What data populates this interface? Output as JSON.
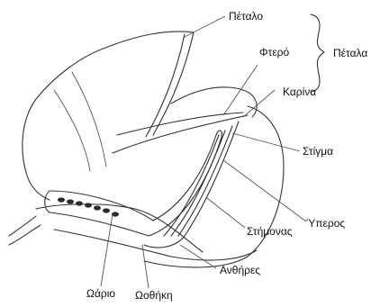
{
  "labels": {
    "petal": "Πέταλο",
    "petals_group": "Πέταλα",
    "wing": "Φτερό",
    "keel": "Καρίνα",
    "stigma": "Στίγμα",
    "style": "Ύπερος",
    "stamens": "Στήμονας",
    "anthers": "Ανθήρες",
    "ovule": "Ωάριο",
    "ovary": "Ωοθήκη"
  },
  "colors": {
    "line": "#333333",
    "ovule_fill": "#2b2b2b",
    "background": "#ffffff"
  }
}
